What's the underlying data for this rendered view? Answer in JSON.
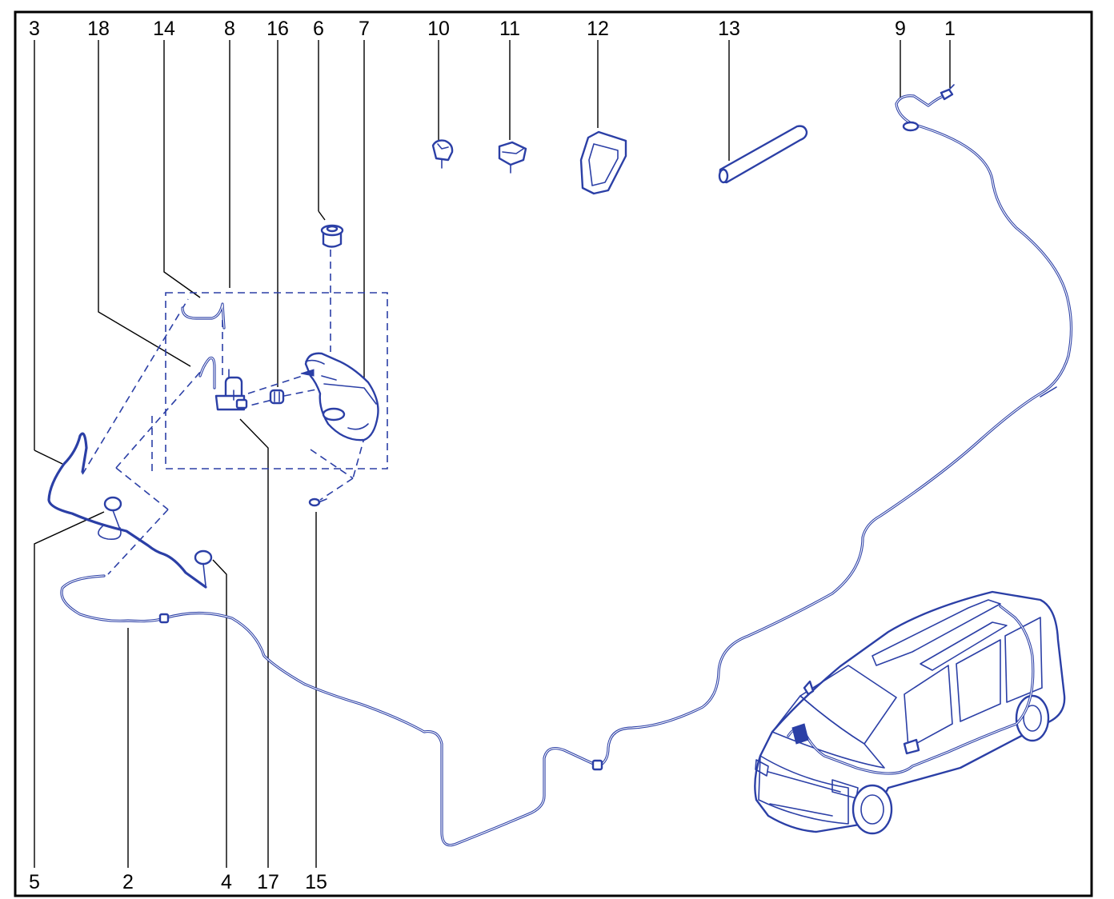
{
  "colors": {
    "line": "#2b3fa6",
    "text": "#000000",
    "background": "#ffffff"
  },
  "callouts": {
    "c1": "1",
    "c2": "2",
    "c3": "3",
    "c4": "4",
    "c5": "5",
    "c6": "6",
    "c7": "7",
    "c8": "8",
    "c9": "9",
    "c10": "10",
    "c11": "11",
    "c12": "12",
    "c13": "13",
    "c14": "14",
    "c15": "15",
    "c16": "16",
    "c17": "17",
    "c18": "18"
  }
}
